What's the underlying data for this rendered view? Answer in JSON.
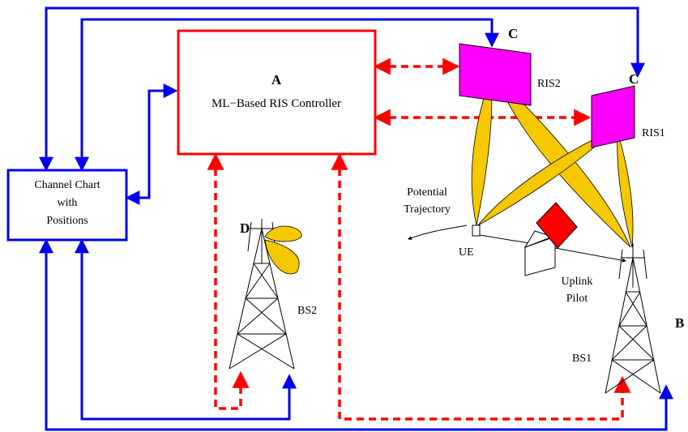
{
  "controller": {
    "letter": "A",
    "title": "ML−Based RIS Controller"
  },
  "chart_box": {
    "line1": "Channel Chart",
    "line2": "with",
    "line3": "Positions"
  },
  "ris2": {
    "label": "RIS2",
    "letter": "C"
  },
  "ris1": {
    "label": "RIS1",
    "letter": "C"
  },
  "bs2": {
    "label": "BS2",
    "letter": "D"
  },
  "bs1": {
    "label": "BS1",
    "letter": "B"
  },
  "ue": {
    "label": "UE"
  },
  "trajectory": {
    "line1": "Potential",
    "line2": "Trajectory"
  },
  "pilot": {
    "line1": "Uplink",
    "line2": "Pilot"
  },
  "colors": {
    "blue": "#0000ee",
    "red": "#ff0000",
    "magenta": "#ff00ff",
    "gold": "#f5c800",
    "house_red": "#ff0000"
  }
}
